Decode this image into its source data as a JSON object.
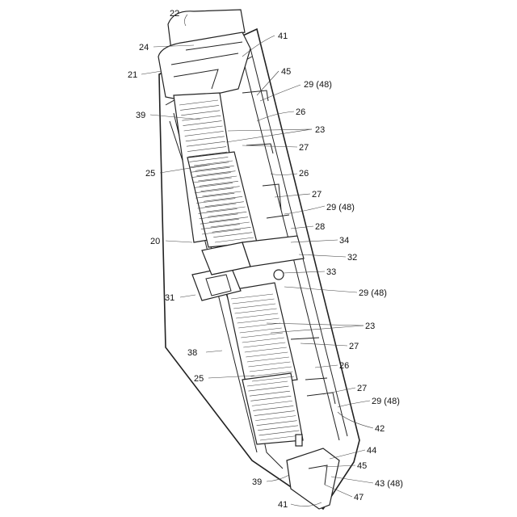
{
  "figure": {
    "labels": [
      {
        "id": "l22",
        "text": "22"
      },
      {
        "id": "l24",
        "text": "24"
      },
      {
        "id": "l41a",
        "text": "41"
      },
      {
        "id": "l21",
        "text": "21"
      },
      {
        "id": "l45a",
        "text": "45"
      },
      {
        "id": "l2948a",
        "text": "29 (48)"
      },
      {
        "id": "l39a",
        "text": "39"
      },
      {
        "id": "l26a",
        "text": "26"
      },
      {
        "id": "l23a",
        "text": "23"
      },
      {
        "id": "l27a",
        "text": "27"
      },
      {
        "id": "l25a",
        "text": "25"
      },
      {
        "id": "l26b",
        "text": "26"
      },
      {
        "id": "l27b",
        "text": "27"
      },
      {
        "id": "l2948b",
        "text": "29 (48)"
      },
      {
        "id": "l28",
        "text": "28"
      },
      {
        "id": "l20",
        "text": "20"
      },
      {
        "id": "l34",
        "text": "34"
      },
      {
        "id": "l32",
        "text": "32"
      },
      {
        "id": "l33",
        "text": "33"
      },
      {
        "id": "l31",
        "text": "31"
      },
      {
        "id": "l2948c",
        "text": "29 (48)"
      },
      {
        "id": "l23b",
        "text": "23"
      },
      {
        "id": "l38",
        "text": "38"
      },
      {
        "id": "l27c",
        "text": "27"
      },
      {
        "id": "l26c",
        "text": "26"
      },
      {
        "id": "l25b",
        "text": "25"
      },
      {
        "id": "l27d",
        "text": "27"
      },
      {
        "id": "l2948d",
        "text": "29 (48)"
      },
      {
        "id": "l42",
        "text": "42"
      },
      {
        "id": "l44",
        "text": "44"
      },
      {
        "id": "l45b",
        "text": "45"
      },
      {
        "id": "l39b",
        "text": "39"
      },
      {
        "id": "l4348",
        "text": "43 (48)"
      },
      {
        "id": "l47",
        "text": "47"
      },
      {
        "id": "l41b",
        "text": "41"
      }
    ]
  }
}
